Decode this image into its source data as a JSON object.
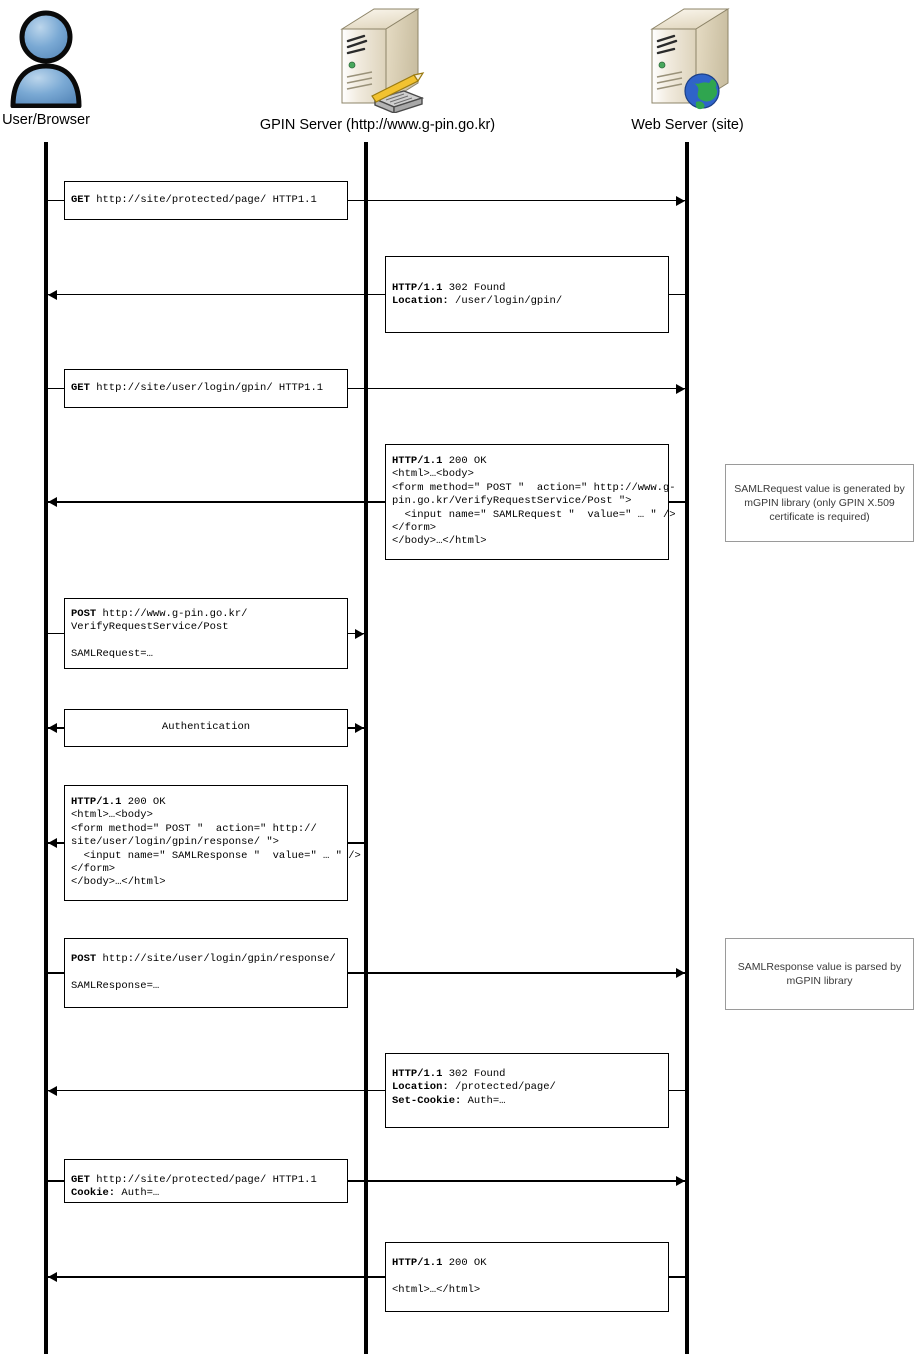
{
  "diagram": {
    "title": "GPIN SAML authentication sequence diagram",
    "actors": [
      {
        "id": "user",
        "label": "User/Browser",
        "icon": "user-icon"
      },
      {
        "id": "gpin",
        "label": "GPIN Server (http://www.g-pin.go.kr)",
        "icon": "server-pencil-icon"
      },
      {
        "id": "web",
        "label": "Web Server (site)",
        "icon": "server-globe-icon"
      }
    ],
    "colors": {
      "lifeline": "#000000",
      "box_border": "#000000",
      "note_border": "#9a9a9a",
      "note_text": "#3a3a3a",
      "user_icon": "#6699cc",
      "server_icon": "#e8dcc0",
      "globe_green": "#2e9b4e",
      "globe_blue": "#2b55b0"
    },
    "messages": [
      {
        "id": "m1",
        "name": "get-protected-page",
        "from": "user",
        "to": "web",
        "direction": "right",
        "lines": [
          [
            {
              "t": "GET",
              "b": true
            },
            {
              "t": " http://site/protected/page/ HTTP1.1",
              "b": false
            }
          ]
        ]
      },
      {
        "id": "m2",
        "name": "302-found-login-gpin",
        "from": "web",
        "to": "user",
        "direction": "left",
        "lines": [
          [
            {
              "t": "HTTP/1.1",
              "b": true
            },
            {
              "t": " 302 Found",
              "b": false
            }
          ],
          [
            {
              "t": "Location:",
              "b": true
            },
            {
              "t": " /user/login/gpin/",
              "b": false
            }
          ]
        ]
      },
      {
        "id": "m3",
        "name": "get-login-gpin",
        "from": "user",
        "to": "web",
        "direction": "right",
        "lines": [
          [
            {
              "t": "GET",
              "b": true
            },
            {
              "t": " http://site/user/login/gpin/ HTTP1.1",
              "b": false
            }
          ]
        ]
      },
      {
        "id": "m4",
        "name": "200-ok-samlrequest-form",
        "from": "web",
        "to": "user",
        "direction": "left",
        "lines": [
          [
            {
              "t": "HTTP/1.1",
              "b": true
            },
            {
              "t": " 200 OK",
              "b": false
            }
          ],
          [
            {
              "t": "<html>…<body>",
              "b": false
            }
          ],
          [
            {
              "t": "<form method=\" POST \"  action=\" http://www.g-",
              "b": false
            }
          ],
          [
            {
              "t": "pin.go.kr/VerifyRequestService/Post \">",
              "b": false
            }
          ],
          [
            {
              "t": "  <input name=\" SAMLRequest \"  value=\" … \" />",
              "b": false
            }
          ],
          [
            {
              "t": "</form>",
              "b": false
            }
          ],
          [
            {
              "t": "</body>…</html>",
              "b": false
            }
          ]
        ]
      },
      {
        "id": "m5",
        "name": "post-verifyrequestservice",
        "from": "user",
        "to": "gpin",
        "direction": "right",
        "lines": [
          [
            {
              "t": "POST",
              "b": true
            },
            {
              "t": " http://www.g-pin.go.kr/",
              "b": false
            }
          ],
          [
            {
              "t": "VerifyRequestService/Post",
              "b": false
            }
          ],
          [
            {
              "t": "",
              "b": false
            }
          ],
          [
            {
              "t": "SAMLRequest=…",
              "b": false
            }
          ]
        ]
      },
      {
        "id": "m6",
        "name": "authentication",
        "from": "user",
        "to": "gpin",
        "direction": "both",
        "centered": true,
        "lines": [
          [
            {
              "t": "Authentication",
              "b": false
            }
          ]
        ]
      },
      {
        "id": "m7",
        "name": "200-ok-samlresponse-form",
        "from": "gpin",
        "to": "user",
        "direction": "left",
        "lines": [
          [
            {
              "t": "HTTP/1.1",
              "b": true
            },
            {
              "t": " 200 OK",
              "b": false
            }
          ],
          [
            {
              "t": "<html>…<body>",
              "b": false
            }
          ],
          [
            {
              "t": "<form method=\" POST \"  action=\" http://",
              "b": false
            }
          ],
          [
            {
              "t": "site/user/login/gpin/response/ \">",
              "b": false
            }
          ],
          [
            {
              "t": "  <input name=\" SAMLResponse \"  value=\" … \" />",
              "b": false
            }
          ],
          [
            {
              "t": "</form>",
              "b": false
            }
          ],
          [
            {
              "t": "</body>…</html>",
              "b": false
            }
          ]
        ]
      },
      {
        "id": "m8",
        "name": "post-login-gpin-response",
        "from": "user",
        "to": "web",
        "direction": "right",
        "lines": [
          [
            {
              "t": "POST",
              "b": true
            },
            {
              "t": " http://site/user/login/gpin/response/",
              "b": false
            }
          ],
          [
            {
              "t": "",
              "b": false
            }
          ],
          [
            {
              "t": "SAMLResponse=…",
              "b": false
            }
          ]
        ]
      },
      {
        "id": "m9",
        "name": "302-found-set-cookie",
        "from": "web",
        "to": "user",
        "direction": "left",
        "lines": [
          [
            {
              "t": "HTTP/1.1",
              "b": true
            },
            {
              "t": " 302 Found",
              "b": false
            }
          ],
          [
            {
              "t": "Location:",
              "b": true
            },
            {
              "t": " /protected/page/",
              "b": false
            }
          ],
          [
            {
              "t": "Set-Cookie:",
              "b": true
            },
            {
              "t": " Auth=…",
              "b": false
            }
          ]
        ]
      },
      {
        "id": "m10",
        "name": "get-protected-page-with-cookie",
        "from": "user",
        "to": "web",
        "direction": "right",
        "lines": [
          [
            {
              "t": "GET",
              "b": true
            },
            {
              "t": " http://site/protected/page/ HTTP1.1",
              "b": false
            }
          ],
          [
            {
              "t": "Cookie:",
              "b": true
            },
            {
              "t": " Auth=…",
              "b": false
            }
          ]
        ]
      },
      {
        "id": "m11",
        "name": "200-ok-final-page",
        "from": "web",
        "to": "user",
        "direction": "left",
        "lines": [
          [
            {
              "t": "HTTP/1.1",
              "b": true
            },
            {
              "t": " 200 OK",
              "b": false
            }
          ],
          [
            {
              "t": "",
              "b": false
            }
          ],
          [
            {
              "t": "<html>…</html>",
              "b": false
            }
          ]
        ]
      }
    ],
    "notes": [
      {
        "id": "n1",
        "name": "note-samlrequest-generated",
        "text": "SAMLRequest value is generated by mGPIN library (only GPIN X.509 certificate is required)"
      },
      {
        "id": "n2",
        "name": "note-samlresponse-parsed",
        "text": "SAMLResponse value is parsed by mGPIN library"
      }
    ]
  }
}
